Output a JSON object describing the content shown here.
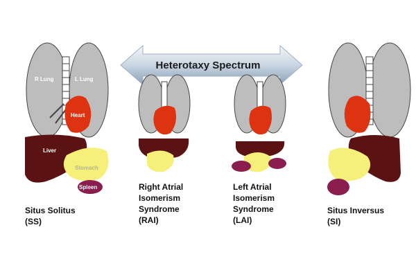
{
  "spectrum": {
    "label": "Heterotaxy Spectrum"
  },
  "organ_labels": {
    "r_lung": "R Lung",
    "l_lung": "L Lung",
    "heart": "Heart",
    "liver": "Liver",
    "stomach": "Stomach",
    "spleen": "Spleen"
  },
  "panels": [
    {
      "lines": [
        "Situs Solitus",
        "(SS)"
      ]
    },
    {
      "lines": [
        "Right Atrial",
        "Isomerism",
        "Syndrome",
        "(RAI)"
      ]
    },
    {
      "lines": [
        "Left Atrial",
        "Isomerism",
        "Syndrome",
        "(LAI)"
      ]
    },
    {
      "lines": [
        "Situs Inversus",
        "(SI)"
      ]
    }
  ],
  "colors": {
    "lung": "#bdbdbd",
    "lung_outline": "#444444",
    "heart": "#dd3311",
    "liver": "#5a1212",
    "stomach": "#f6f07a",
    "spleen": "#8a1e4e",
    "arrow_light": "#e8eef4",
    "arrow_dark": "#9eb3c6"
  }
}
